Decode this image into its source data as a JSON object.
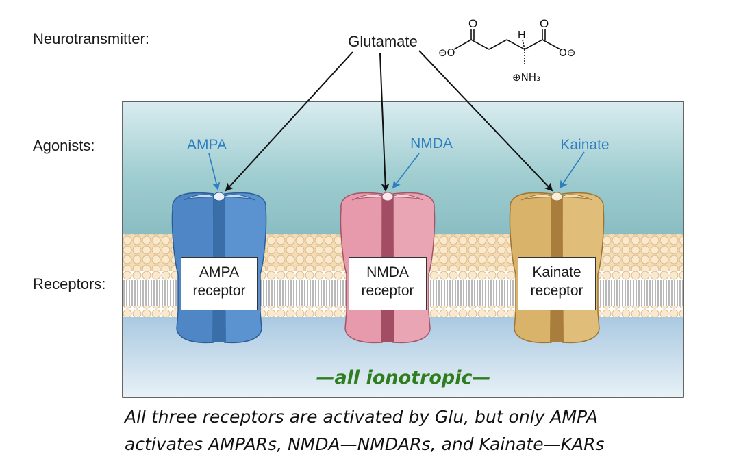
{
  "labels": {
    "neurotransmitter": "Neurotransmitter:",
    "agonists": "Agonists:",
    "receptors": "Receptors:"
  },
  "glutamate": "Glutamate",
  "molecule": {
    "o_top_left": "O",
    "o_top_right": "O",
    "h": "H",
    "o_minus_left": "⊖O",
    "o_minus_right": "O⊖",
    "nh3": "⊕NH₃"
  },
  "agonists": [
    {
      "name": "AMPA",
      "receptor_line1": "AMPA",
      "receptor_line2": "receptor"
    },
    {
      "name": "NMDA",
      "receptor_line1": "NMDA",
      "receptor_line2": "receptor"
    },
    {
      "name": "Kainate",
      "receptor_line1": "Kainate",
      "receptor_line2": "receptor"
    }
  ],
  "banner": "—all ionotropic—",
  "caption_line1": "All three receptors are activated by Glu, but only AMPA",
  "caption_line2": "activates AMPARs, NMDA—NMDARs, and Kainate—KARs",
  "colors": {
    "agonist_text": "#2f7fc0",
    "banner": "#2e7d1e",
    "ampa": "#4f86c6",
    "nmda": "#e79aac",
    "kainate": "#d9b36a"
  }
}
